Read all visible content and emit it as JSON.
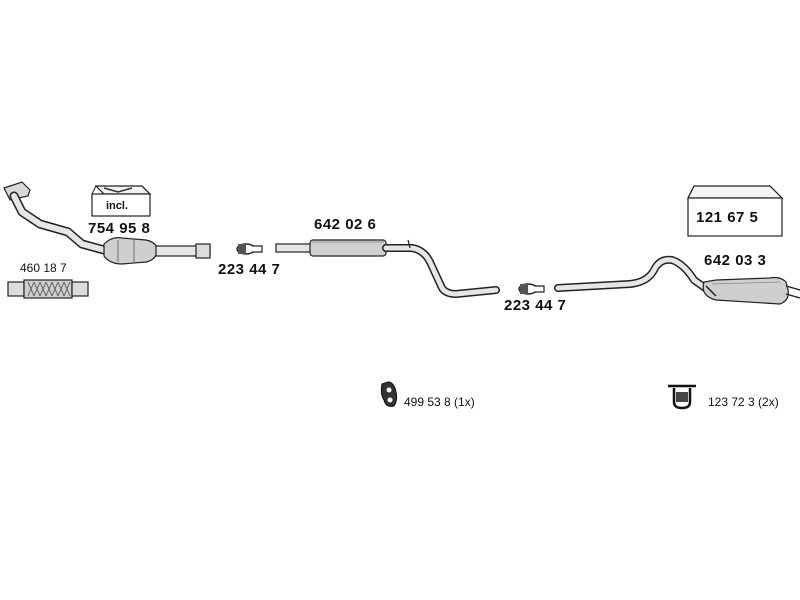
{
  "colors": {
    "line": "#222222",
    "fill": "#d8d8d8",
    "dark": "#555555",
    "background": "#ffffff"
  },
  "parts": {
    "catalytic_converter_number": "754 95 8",
    "kit_badge": "incl.",
    "flex_pipe_number": "460 18 7",
    "clamp_front_number": "223 44 7",
    "center_silencer_number": "642 02 6",
    "clamp_rear_number": "223 44 7",
    "rear_silencer_number": "642 03 3",
    "mounting_kit_number": "121 67 5",
    "rubber_mount_label": "499 53 8 (1x)",
    "hanger_label": "123 72 3  (2x)"
  },
  "icons": {
    "manifold": "exhaust-manifold-pipe-icon",
    "catalytic_converter": "catalytic-converter-icon",
    "flex_pipe": "flex-pipe-icon",
    "clamp": "pipe-clamp-icon",
    "center_silencer": "center-silencer-icon",
    "rear_silencer": "rear-silencer-icon",
    "kit_box": "kit-box-icon",
    "rubber_mount": "rubber-mount-icon",
    "hanger": "hanger-bracket-icon"
  }
}
